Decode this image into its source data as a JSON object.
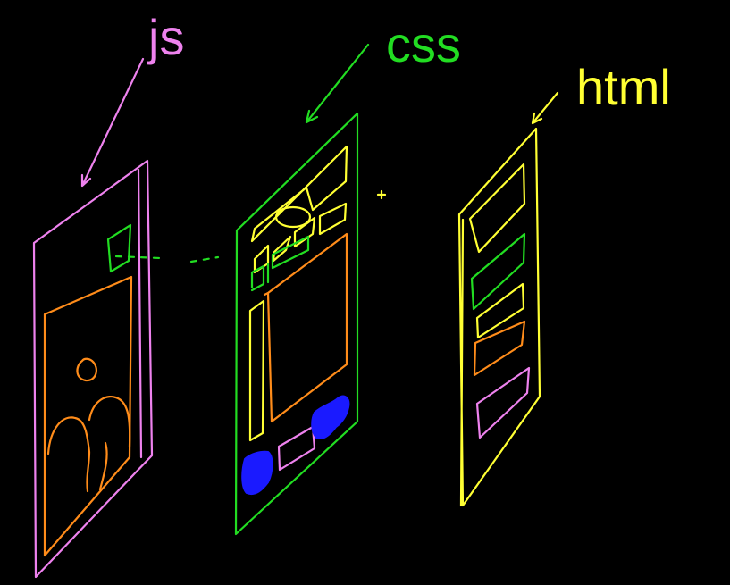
{
  "labels": {
    "js": "js",
    "css": "css",
    "html": "html"
  },
  "colors": {
    "background": "#000000",
    "js": "#ee82ee",
    "css": "#22dd22",
    "html": "#ffff33",
    "orange": "#ff8c1a",
    "blue": "#1a1aff"
  }
}
